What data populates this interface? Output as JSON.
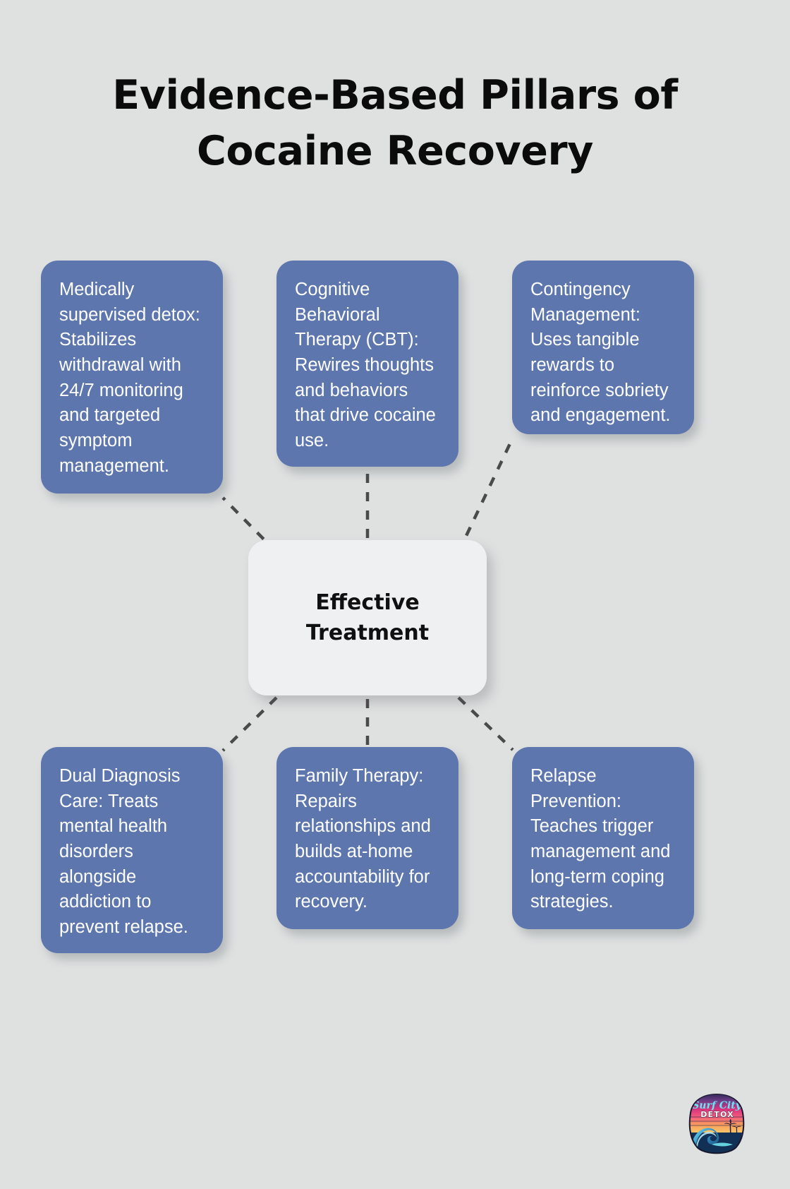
{
  "title": {
    "line1": "Evidence-Based Pillars of",
    "line2": "Cocaine Recovery",
    "full": "Evidence-Based Pillars of Cocaine Recovery"
  },
  "center": {
    "label_line1": "Effective",
    "label_line2": "Treatment",
    "label": "Effective Treatment"
  },
  "cards": [
    {
      "id": "medically-supervised-detox",
      "text": "Medically supervised detox: Stabilizes withdrawal with 24/7 monitoring and targeted symptom management."
    },
    {
      "id": "cognitive-behavioral-therapy",
      "text": "Cognitive Behavioral Therapy (CBT): Rewires thoughts and behaviors that drive cocaine use."
    },
    {
      "id": "contingency-management",
      "text": "Contingency Management: Uses tangible rewards to reinforce sobriety and engagement."
    },
    {
      "id": "dual-diagnosis-care",
      "text": "Dual Diagnosis Care: Treats mental health disorders alongside addiction to prevent relapse."
    },
    {
      "id": "family-therapy",
      "text": "Family Therapy: Repairs relationships and builds at-home accountability for recovery."
    },
    {
      "id": "relapse-prevention",
      "text": "Relapse Prevention: Teaches trigger management and long-term coping strategies."
    }
  ],
  "logo": {
    "name": "surf-city-detox-logo",
    "script_text": "Surf City",
    "sub_text": "DETOX"
  },
  "colors": {
    "background": "#dfe1e1",
    "card_blue": "#5d76ad",
    "center_card": "#eff0f2",
    "title_text": "#0b0b0b",
    "card_text": "#ffffff",
    "connector_line": "#4a4a4a"
  },
  "connectors": [
    {
      "from": "center",
      "to": "medically-supervised-detox",
      "style": "dashed"
    },
    {
      "from": "center",
      "to": "cognitive-behavioral-therapy",
      "style": "dashed"
    },
    {
      "from": "center",
      "to": "contingency-management",
      "style": "dashed"
    },
    {
      "from": "center",
      "to": "dual-diagnosis-care",
      "style": "dashed"
    },
    {
      "from": "center",
      "to": "family-therapy",
      "style": "dashed"
    },
    {
      "from": "center",
      "to": "relapse-prevention",
      "style": "dashed"
    }
  ]
}
